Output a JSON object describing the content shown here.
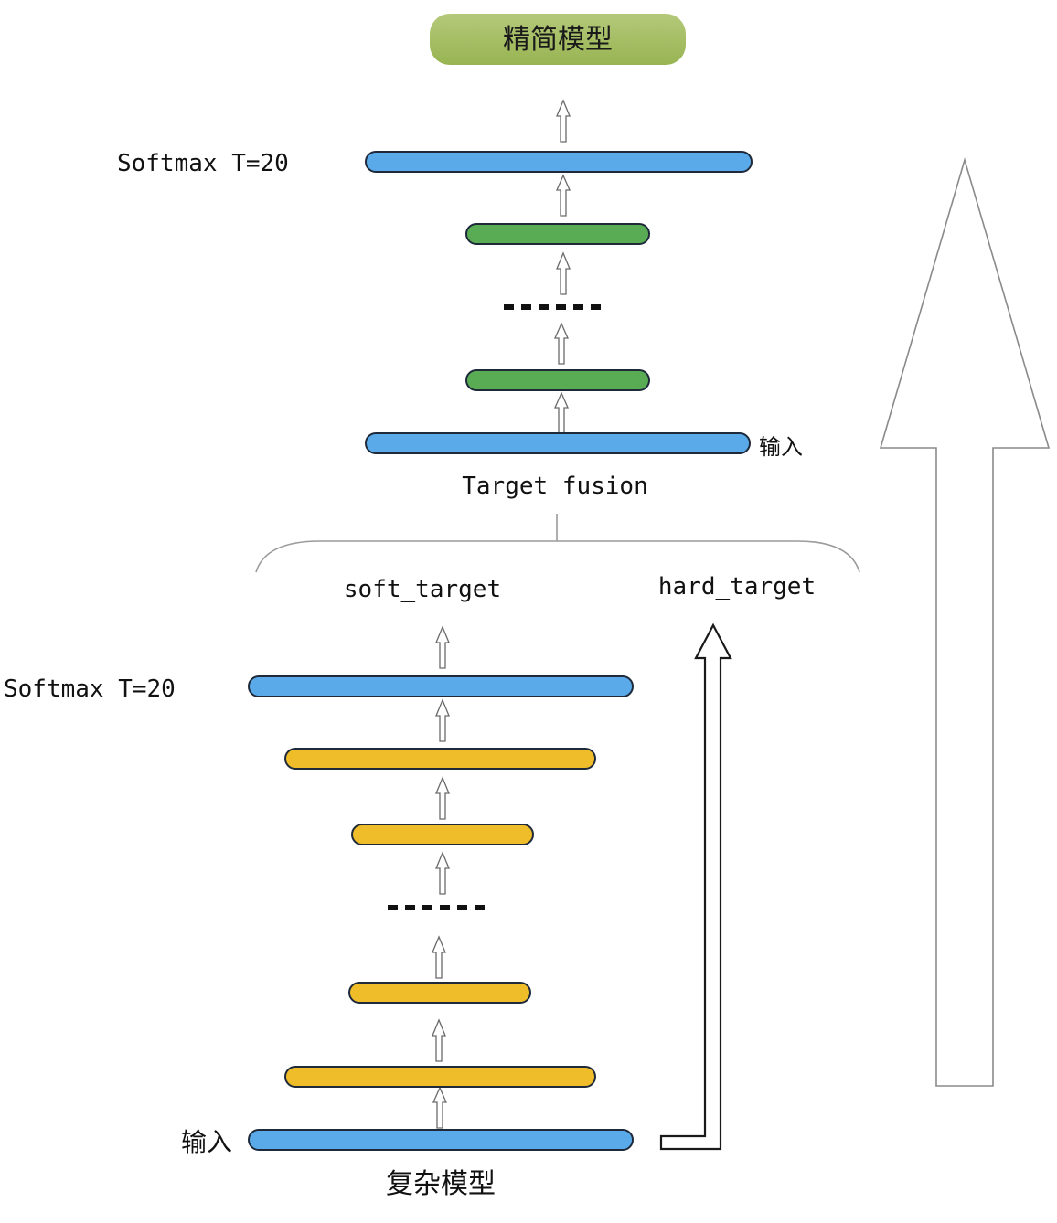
{
  "colors": {
    "blue": "#5aaaea",
    "green": "#5aac54",
    "yellow": "#f0bd2a",
    "olive": "#a2bb5c",
    "outline": "#1e2a3a",
    "arrow": "#666666",
    "brace": "#9a9a9a"
  },
  "student": {
    "title": "精简模型",
    "softmax_label": "Softmax T=20",
    "input_label": "输入",
    "fusion_label": "Target fusion",
    "layers": [
      "blue",
      "green",
      "green",
      "blue"
    ]
  },
  "targets": {
    "soft": "soft_target",
    "hard": "hard_target"
  },
  "teacher": {
    "softmax_label": "Softmax T=20",
    "input_label": "输入",
    "caption": "复杂模型",
    "layers": [
      "blue",
      "yellow",
      "yellow",
      "yellow",
      "yellow",
      "blue"
    ]
  }
}
